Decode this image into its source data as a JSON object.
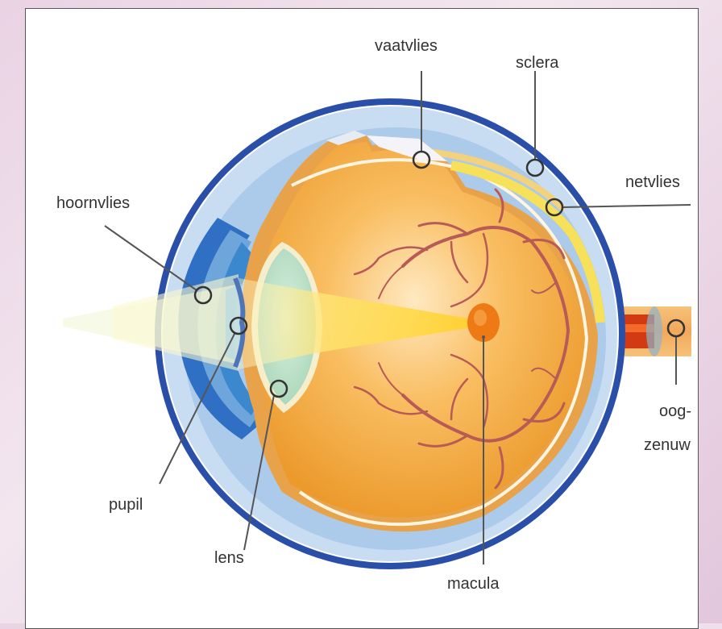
{
  "labels": {
    "vaatvlies": "vaatvlies",
    "sclera": "sclera",
    "netvlies": "netvlies",
    "hoornvlies": "hoornvlies",
    "oog_line1": "oog-",
    "oog_line2": "zenuw",
    "pupil": "pupil",
    "lens": "lens",
    "macula": "macula"
  },
  "colors": {
    "outer_ring": "#2a4fa8",
    "sclera_layer": "#9fc2e6",
    "eye_interior": "#f4a640",
    "light_beam": "#ffe97a",
    "macula": "#ee7a16",
    "vessels": "#b85a55",
    "leader_line": "#555555"
  }
}
